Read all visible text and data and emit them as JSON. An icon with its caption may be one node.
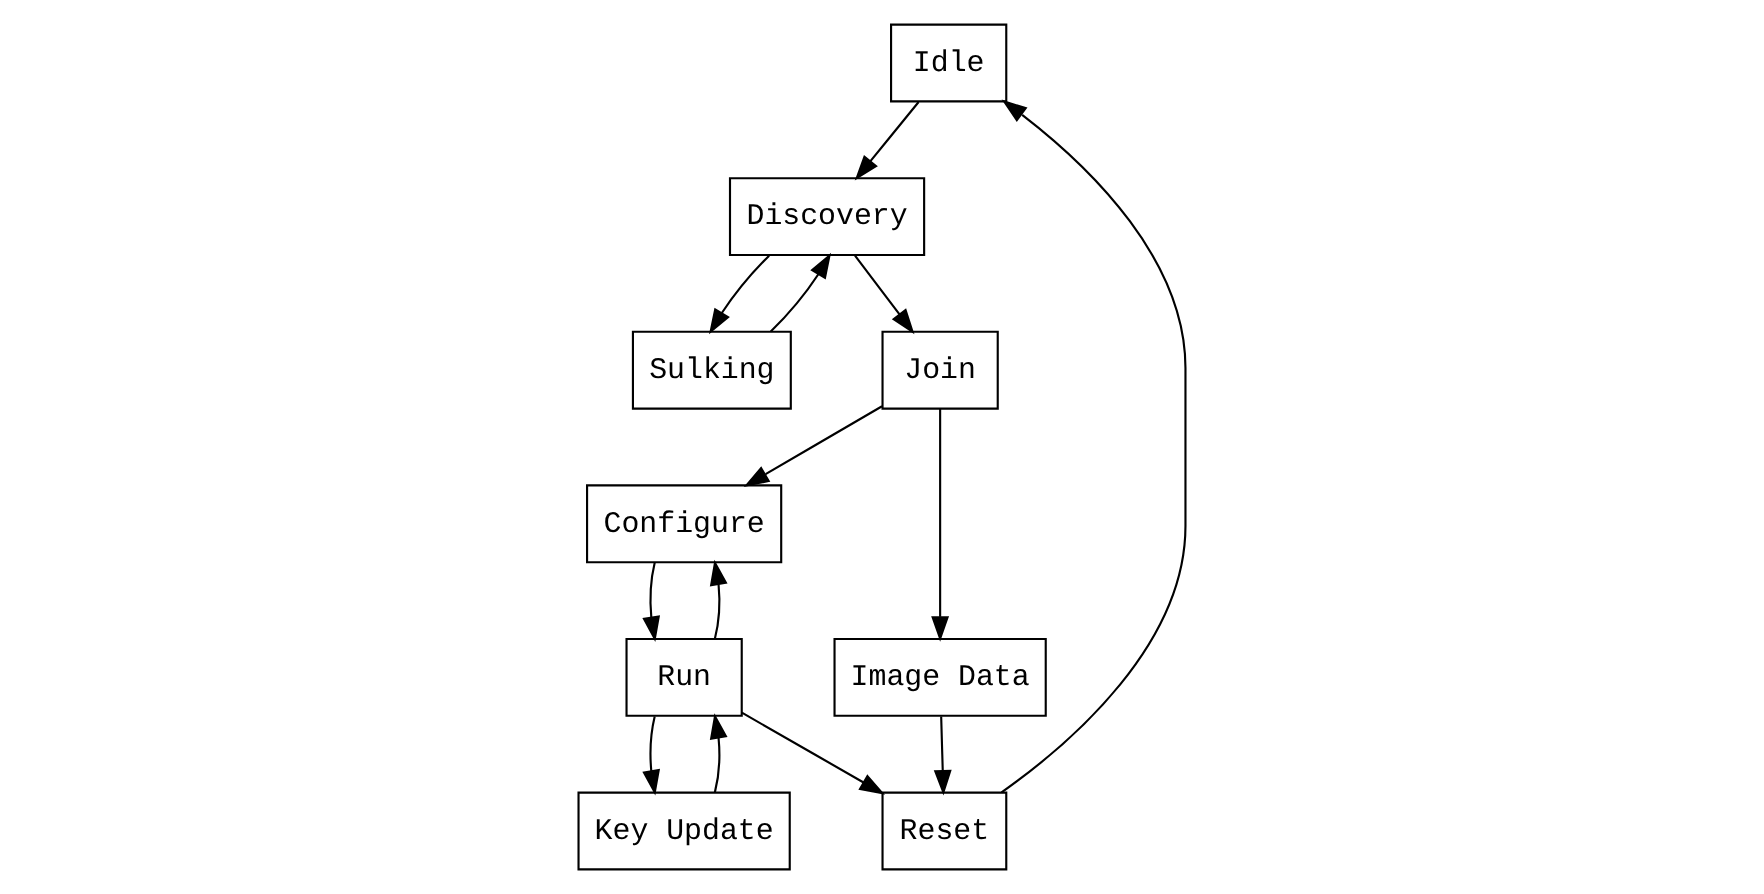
{
  "diagram": {
    "nodes": [
      {
        "text": [
          "Idle"
        ]
      },
      {
        "text": [
          "Run"
        ]
      },
      {
        "text": [
          "Key Update"
        ]
      },
      {
        "text": [
          "Discovery"
        ]
      },
      {
        "text": [
          "Configure"
        ]
      },
      {
        "text": [
          "Reset"
        ]
      },
      {
        "text": [
          "Sulking"
        ]
      },
      {
        "text": [
          "Join"
        ]
      },
      {
        "text": [
          "Image Data"
        ]
      }
    ],
    "edges": [
      {
        "from": 5,
        "to": 0,
        "arrow": "to"
      },
      {
        "from": 0,
        "to": 3,
        "arrow": "to"
      },
      {
        "from": 1,
        "to": 2,
        "arrow": "to"
      },
      {
        "from": 2,
        "to": 1,
        "arrow": "to"
      },
      {
        "from": 4,
        "to": 1,
        "arrow": "to"
      },
      {
        "from": 1,
        "to": 4,
        "arrow": "to"
      },
      {
        "from": 1,
        "to": 5,
        "arrow": "to"
      },
      {
        "from": 3,
        "to": 6,
        "arrow": "to"
      },
      {
        "from": 6,
        "to": 3,
        "arrow": "to"
      },
      {
        "from": 3,
        "to": 7,
        "arrow": "to"
      },
      {
        "from": 7,
        "to": 4,
        "arrow": "to"
      },
      {
        "from": 7,
        "to": 8,
        "arrow": "to"
      },
      {
        "from": 8,
        "to": 5,
        "arrow": "to"
      }
    ]
  }
}
